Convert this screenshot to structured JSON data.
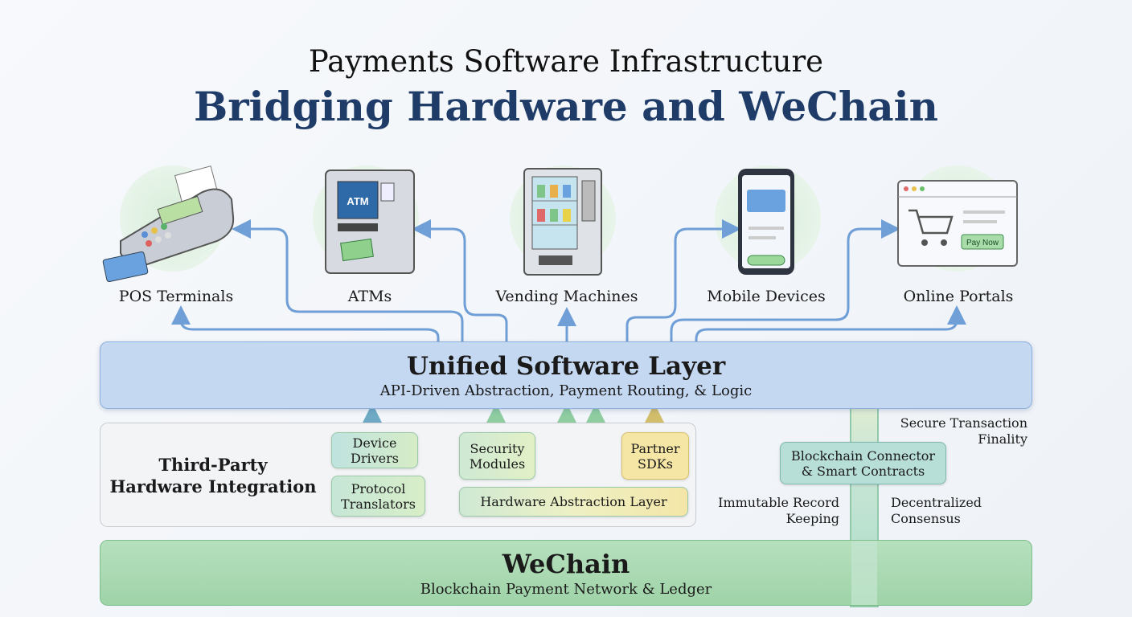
{
  "title": {
    "line1": "Payments Software Infrastructure",
    "line2": "Bridging Hardware and WeChain"
  },
  "devices": [
    {
      "label": "POS Terminals",
      "icon": "pos-terminal-icon"
    },
    {
      "label": "ATMs",
      "icon": "atm-icon",
      "screen_text": "ATM"
    },
    {
      "label": "Vending Machines",
      "icon": "vending-machine-icon"
    },
    {
      "label": "Mobile Devices",
      "icon": "mobile-phone-icon"
    },
    {
      "label": "Online Portals",
      "icon": "browser-cart-icon",
      "button_text": "Pay Now"
    }
  ],
  "unified_layer": {
    "title": "Unified Software Layer",
    "subtitle": "API-Driven Abstraction, Payment Routing, & Logic"
  },
  "third_party": {
    "title_line1": "Third-Party",
    "title_line2": "Hardware Integration",
    "modules": {
      "device_drivers": [
        "Device",
        "Drivers"
      ],
      "protocol_translators": [
        "Protocol",
        "Translators"
      ],
      "security_modules": [
        "Security",
        "Modules"
      ],
      "partner_sdks": [
        "Partner",
        "SDKs"
      ],
      "hal": "Hardware Abstraction Layer"
    }
  },
  "blockchain": {
    "connector": [
      "Blockchain Connector",
      "& Smart Contracts"
    ],
    "notes": {
      "finality": [
        "Secure Transaction",
        "Finality"
      ],
      "immutable": [
        "Immutable Record",
        "Keeping"
      ],
      "consensus": [
        "Decentralized",
        "Consensus"
      ]
    }
  },
  "wechain": {
    "title": "WeChain",
    "subtitle": "Blockchain Payment Network & Ledger"
  },
  "colors": {
    "title_blue": "#1f3b68",
    "unified": "#c5d8f2",
    "wechain": "#a8d8b0",
    "arrow": "#6f9fd6"
  }
}
